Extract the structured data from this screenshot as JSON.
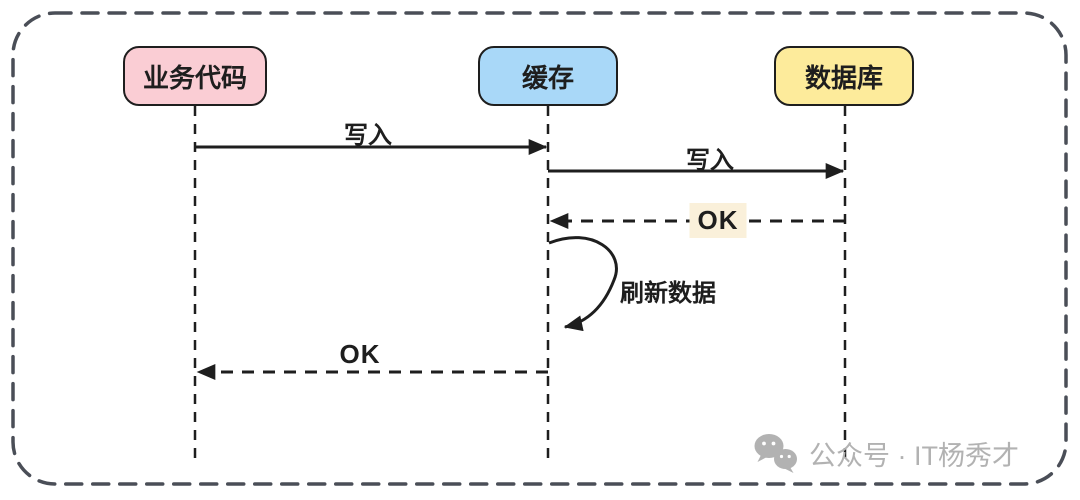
{
  "diagram": {
    "type": "sequence-diagram",
    "title_hint": "write-through cache flow",
    "actors": [
      {
        "id": "business-code",
        "label": "业务代码",
        "fill": "#facdd4"
      },
      {
        "id": "cache",
        "label": "缓存",
        "fill": "#a9d8f8"
      },
      {
        "id": "database",
        "label": "数据库",
        "fill": "#fdeb9b"
      }
    ],
    "messages": [
      {
        "from": "business-code",
        "to": "cache",
        "label": "写入",
        "line": "solid"
      },
      {
        "from": "cache",
        "to": "database",
        "label": "写入",
        "line": "solid"
      },
      {
        "from": "database",
        "to": "cache",
        "label": "OK",
        "line": "dashed",
        "label_highlight": true
      },
      {
        "from": "cache",
        "to": "cache",
        "label": "刷新数据",
        "line": "self-loop"
      },
      {
        "from": "cache",
        "to": "business-code",
        "label": "OK",
        "line": "dashed",
        "label_highlight": false
      }
    ]
  },
  "watermark": {
    "icon": "wechat-icon",
    "text": "公众号 · IT杨秀才"
  },
  "colors": {
    "background": "#ffffff",
    "stroke": "#1e1e1e",
    "frame-border": "#4a4e57",
    "actor-business": "#facdd4",
    "actor-cache": "#a9d8f8",
    "actor-database": "#fdeb9b",
    "ok-label-highlight": "#faf0da",
    "watermark-gray": "#b2b2b2"
  }
}
